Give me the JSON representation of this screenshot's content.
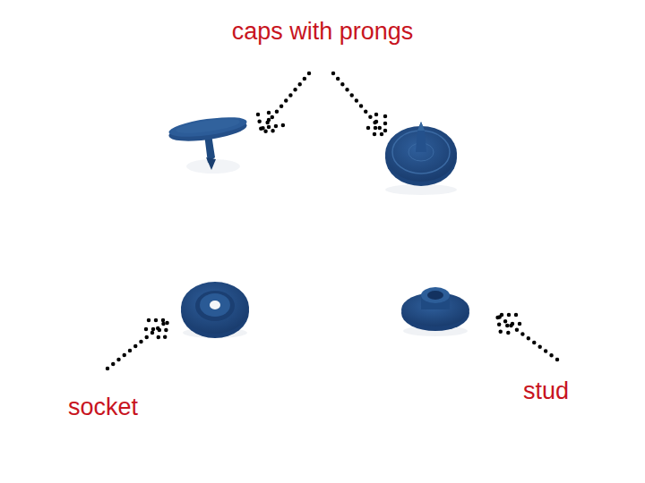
{
  "diagram": {
    "labels": [
      "caps with prongs",
      "socket",
      "stud"
    ]
  }
}
